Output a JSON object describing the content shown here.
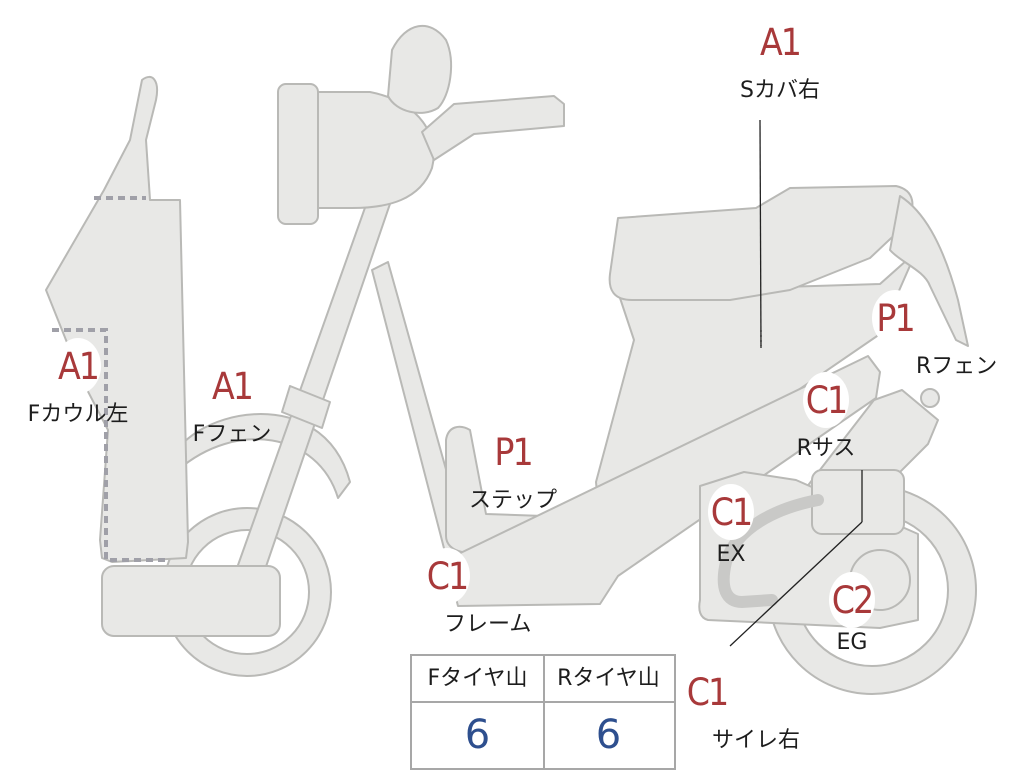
{
  "colors": {
    "body_fill": "#e8e8e6",
    "body_stroke": "#b9b9b6",
    "dotted_line": "#a0a0a8",
    "badge_text": "#a8393a",
    "value_text": "#2e4f8e"
  },
  "parts": [
    {
      "code": "A1",
      "label": "Fカウル左"
    },
    {
      "code": "A1",
      "label": "Fフェン"
    },
    {
      "code": "A1",
      "label": "Sカバ右"
    },
    {
      "code": "P1",
      "label": "ステップ"
    },
    {
      "code": "P1",
      "label": "Rフェン"
    },
    {
      "code": "C1",
      "label": "フレーム"
    },
    {
      "code": "C1",
      "label": "Rサス"
    },
    {
      "code": "C1",
      "label": "EX"
    },
    {
      "code": "C2",
      "label": "EG"
    },
    {
      "code": "C1",
      "label": "サイレ右"
    }
  ],
  "tire_table": {
    "front": {
      "header": "Fタイヤ山",
      "value": "6"
    },
    "rear": {
      "header": "Rタイヤ山",
      "value": "6"
    }
  }
}
